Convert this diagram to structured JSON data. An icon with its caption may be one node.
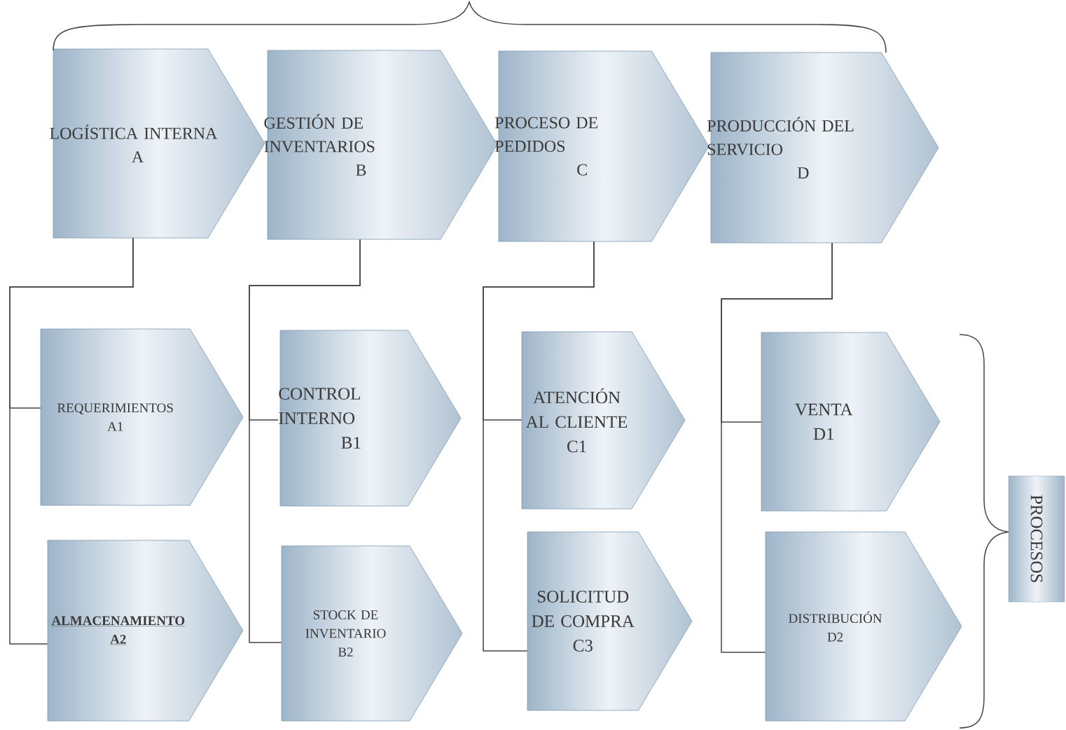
{
  "diagram": {
    "nodes": [
      {
        "text": [
          "LOGÍSTICA INTERNA",
          "A"
        ]
      },
      {
        "text": [
          "GESTIÓN DE INVENTARIOS",
          "B"
        ]
      },
      {
        "text": [
          "PROCESO DE PEDIDOS",
          "C"
        ]
      },
      {
        "text": [
          "PRODUCCIÓN DEL SERVICIO",
          "D"
        ]
      },
      {
        "text": [
          "REQUERIMIENTOS",
          "A1"
        ]
      },
      {
        "text": [
          "ALMACENAMIENTO",
          "A2"
        ]
      },
      {
        "text": [
          "CONTROL INTERNO",
          "B1"
        ]
      },
      {
        "text": [
          "STOCK DE INVENTARIO",
          "B2"
        ]
      },
      {
        "text": [
          "ATENCIÓN AL CLIENTE",
          "C1"
        ]
      },
      {
        "text": [
          "SOLICITUD DE COMPRA",
          "C3"
        ]
      },
      {
        "text": [
          "VENTA",
          "D1"
        ]
      },
      {
        "text": [
          "DISTRIBUCIÓN",
          "D2"
        ]
      },
      {
        "text": [
          "PROCESOS"
        ]
      }
    ],
    "edges": [
      {
        "from": 0,
        "to": 4,
        "arrow": "none"
      },
      {
        "from": 0,
        "to": 5,
        "arrow": "none"
      },
      {
        "from": 1,
        "to": 6,
        "arrow": "none"
      },
      {
        "from": 1,
        "to": 7,
        "arrow": "none"
      },
      {
        "from": 2,
        "to": 8,
        "arrow": "none"
      },
      {
        "from": 2,
        "to": 9,
        "arrow": "none"
      },
      {
        "from": 3,
        "to": 10,
        "arrow": "none"
      },
      {
        "from": 3,
        "to": 11,
        "arrow": "none"
      }
    ]
  }
}
